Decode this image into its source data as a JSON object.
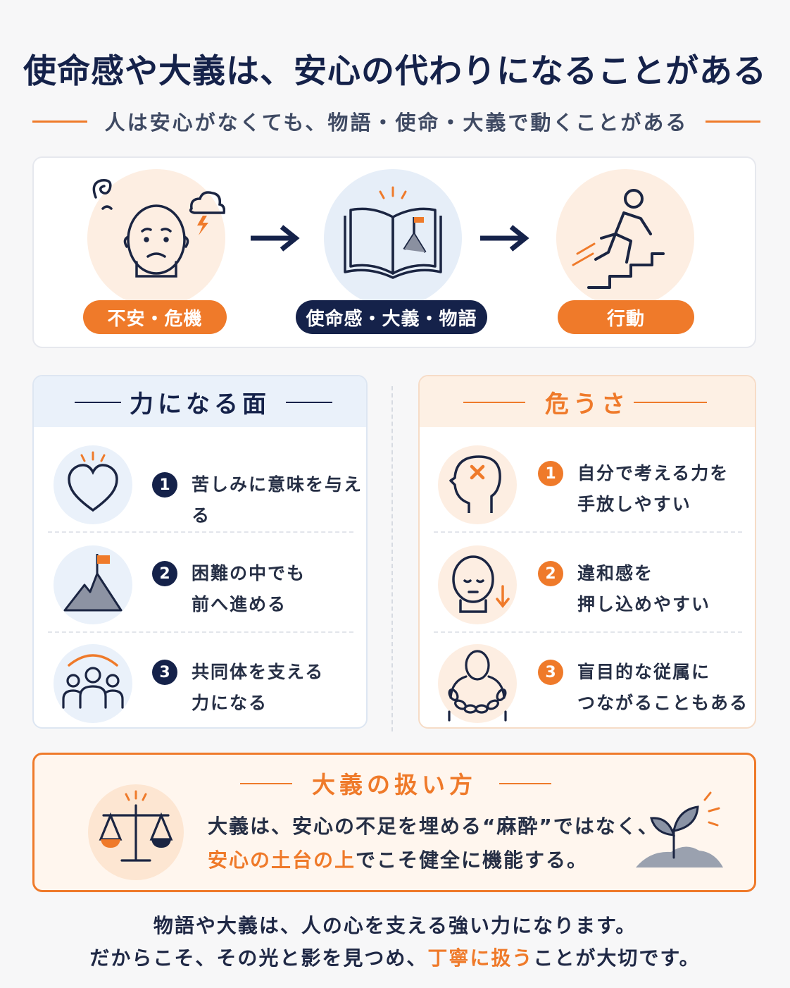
{
  "title": "使命感や大義は、安心の代わりになることがある",
  "subtitle": "人は安心がなくても、物語・使命・大義で動くことがある",
  "flow": {
    "steps": [
      {
        "label": "不安・危機"
      },
      {
        "label": "使命感・大義・物語"
      },
      {
        "label": "行動"
      }
    ]
  },
  "positive": {
    "title": "力になる面",
    "items": [
      {
        "num": "1",
        "line1": "苦しみに意味を与える",
        "line2": ""
      },
      {
        "num": "2",
        "line1": "困難の中でも",
        "line2": "前へ進める"
      },
      {
        "num": "3",
        "line1": "共同体を支える",
        "line2": "力になる"
      }
    ]
  },
  "risk": {
    "title": "危うさ",
    "items": [
      {
        "num": "1",
        "line1": "自分で考える力を",
        "line2": "手放しやすい"
      },
      {
        "num": "2",
        "line1": "違和感を",
        "line2": "押し込めやすい"
      },
      {
        "num": "3",
        "line1": "盲目的な従属に",
        "line2": "つながることもある"
      }
    ]
  },
  "guide": {
    "title": "大義の扱い方",
    "line1": "大義は、安心の不足を埋める“麻酔”ではなく、",
    "line2_highlight": "安心の土台の上",
    "line2_rest": "でこそ健全に機能する。"
  },
  "footer": {
    "line1": "物語や大義は、人の心を支える強い力になります。",
    "line2_pre": "だからこそ、その光と影を見つめ、",
    "line2_highlight": "丁寧に扱う",
    "line2_post": "ことが大切です。"
  },
  "colors": {
    "navy": "#15224a",
    "orange": "#ef7a2a",
    "light_blue": "#eaf1fa",
    "light_orange": "#fdf0e4"
  },
  "icons": [
    "anxious-face-icon",
    "book-icon",
    "running-person-icon",
    "heart-icon",
    "mountain-flag-icon",
    "community-icon",
    "head-x-icon",
    "sad-head-icon",
    "chained-person-icon",
    "scale-icon",
    "sprout-icon"
  ]
}
